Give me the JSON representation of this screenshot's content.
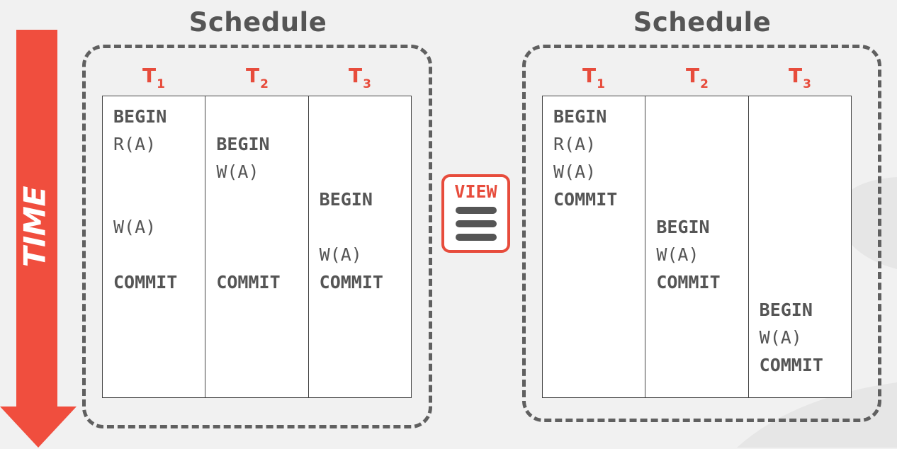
{
  "time_label": "TIME",
  "view_button_label": "VIEW",
  "schedules": [
    {
      "title": "Schedule",
      "transactions": [
        {
          "name": "T",
          "sub": "1",
          "ops": [
            {
              "text": "BEGIN",
              "row": 0,
              "kw": true
            },
            {
              "text": "R(A)",
              "row": 1,
              "kw": false
            },
            {
              "text": "W(A)",
              "row": 4,
              "kw": false
            },
            {
              "text": "COMMIT",
              "row": 6,
              "kw": true
            }
          ]
        },
        {
          "name": "T",
          "sub": "2",
          "ops": [
            {
              "text": "BEGIN",
              "row": 1,
              "kw": true
            },
            {
              "text": "W(A)",
              "row": 2,
              "kw": false
            },
            {
              "text": "COMMIT",
              "row": 6,
              "kw": true
            }
          ]
        },
        {
          "name": "T",
          "sub": "3",
          "ops": [
            {
              "text": "BEGIN",
              "row": 3,
              "kw": true
            },
            {
              "text": "W(A)",
              "row": 5,
              "kw": false
            },
            {
              "text": "COMMIT",
              "row": 6,
              "kw": true
            }
          ]
        }
      ]
    },
    {
      "title": "Schedule",
      "transactions": [
        {
          "name": "T",
          "sub": "1",
          "ops": [
            {
              "text": "BEGIN",
              "row": 0,
              "kw": true
            },
            {
              "text": "R(A)",
              "row": 1,
              "kw": false
            },
            {
              "text": "W(A)",
              "row": 2,
              "kw": false
            },
            {
              "text": "COMMIT",
              "row": 3,
              "kw": true
            }
          ]
        },
        {
          "name": "T",
          "sub": "2",
          "ops": [
            {
              "text": "BEGIN",
              "row": 4,
              "kw": true
            },
            {
              "text": "W(A)",
              "row": 5,
              "kw": false
            },
            {
              "text": "COMMIT",
              "row": 6,
              "kw": true
            }
          ]
        },
        {
          "name": "T",
          "sub": "3",
          "ops": [
            {
              "text": "BEGIN",
              "row": 7,
              "kw": true
            },
            {
              "text": "W(A)",
              "row": 8,
              "kw": false
            },
            {
              "text": "COMMIT",
              "row": 9,
              "kw": true
            }
          ]
        }
      ]
    }
  ],
  "colors": {
    "accent": "#e74c3c",
    "arrow": "#f04e3e",
    "text": "#555555",
    "background": "#f1f1f1"
  }
}
